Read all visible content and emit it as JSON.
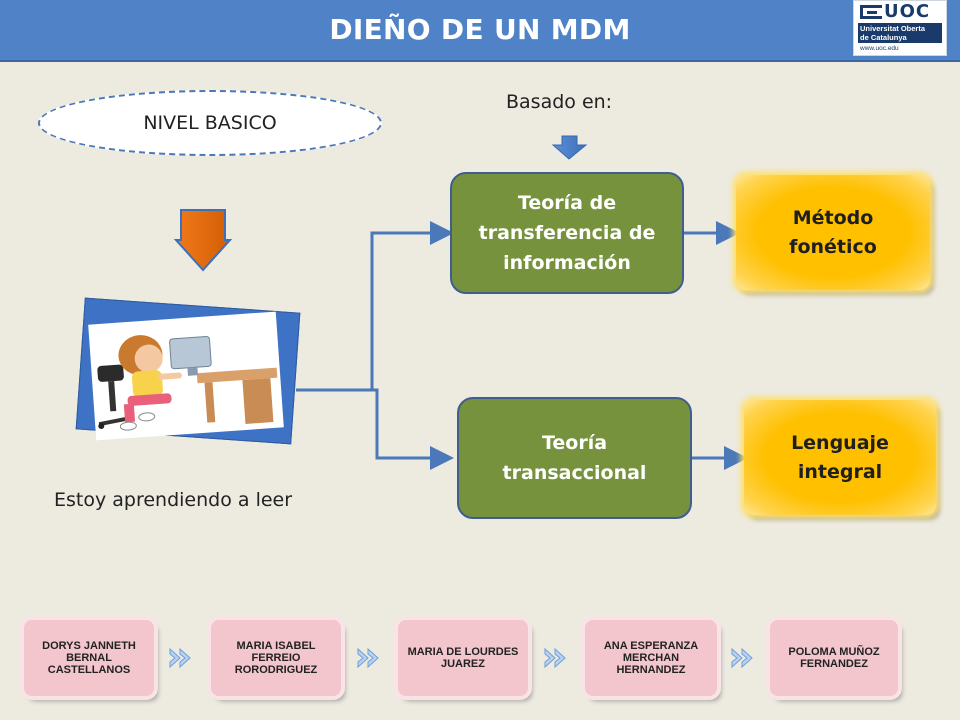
{
  "header": {
    "title": "DIEÑO DE UN MDM"
  },
  "logo": {
    "brand": "UOC",
    "name_line1": "Universitat Oberta",
    "name_line2": "de Catalunya",
    "url": "www.uoc.edu"
  },
  "level": {
    "label": "NIVEL BASICO"
  },
  "based_on": {
    "label": "Basado en:"
  },
  "caption": {
    "text": "Estoy aprendiendo a leer"
  },
  "theories": {
    "top": "Teoría de transferencia de información",
    "bottom": "Teoría transaccional"
  },
  "methods": {
    "top": "Método fonético",
    "bottom": "Lenguaje integral"
  },
  "authors": [
    "DORYS JANNETH BERNAL CASTELLANOS",
    "MARIA ISABEL FERREIO RORODRIGUEZ",
    "MARIA DE LOURDES JUAREZ",
    "ANA ESPERANZA MERCHAN HERNANDEZ",
    "POLOMA MUÑOZ FERNANDEZ"
  ],
  "colors": {
    "header": "#4f82c6",
    "theory_box": "#76923c",
    "method_box": "#ffc000",
    "down_arrow_big": "#e36c0a",
    "author_box": "#f2c6cc",
    "connector": "#4a78b8"
  },
  "icons": {
    "level_arrow": "orange-down-arrow-icon",
    "based_arrow": "blue-down-arrow-icon",
    "chevron": "double-chevron-right-icon"
  }
}
